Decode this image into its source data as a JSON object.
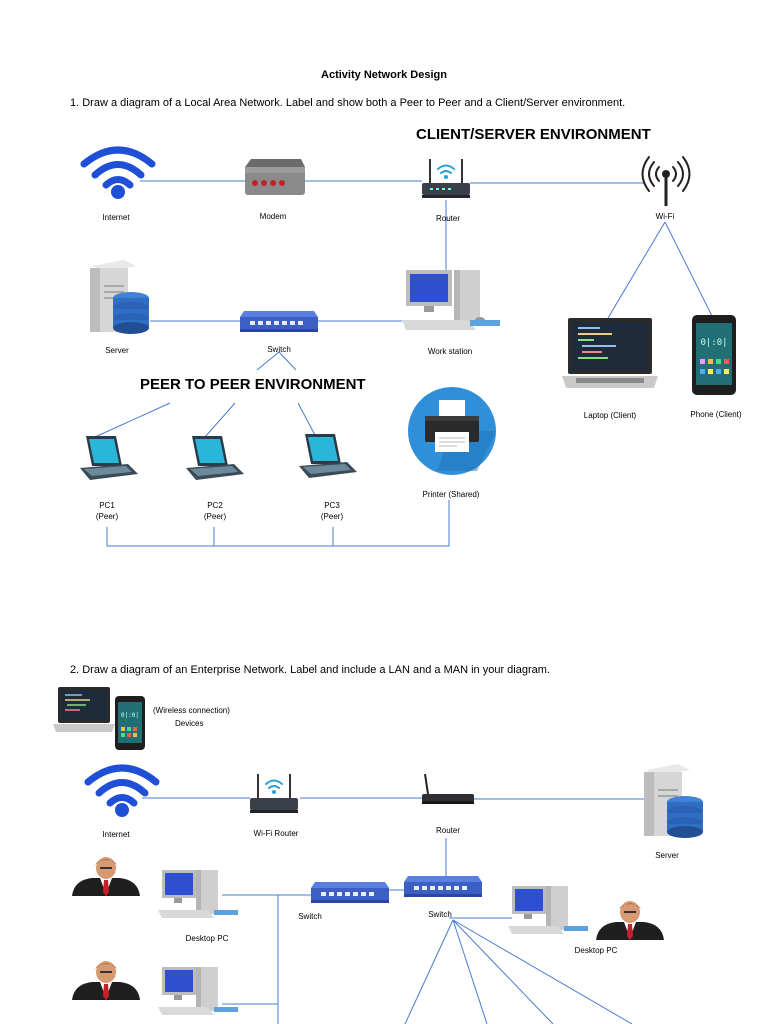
{
  "title": "Activity Network Design",
  "section1": {
    "question": "1. Draw a diagram of a Local Area Network. Label and show both a Peer to Peer and a Client/Server environment.",
    "client_server_heading": "CLIENT/SERVER ENVIRONMENT",
    "peer_heading": "PEER TO PEER ENVIRONMENT",
    "labels": {
      "internet": "Internet",
      "modem": "Modem",
      "router": "Router",
      "wifi": "Wi-Fi",
      "server": "Server",
      "switch": "Switch",
      "workstation": "Work station",
      "laptop_client": "Laptop (Client)",
      "phone_client": "Phone (Client)",
      "printer": "Printer (Shared)",
      "pc1_name": "PC1",
      "pc2_name": "PC2",
      "pc3_name": "PC3",
      "peer_role": "(Peer)"
    }
  },
  "section2": {
    "question": "2. Draw a diagram of an Enterprise Network. Label and include a LAN and a MAN in your diagram.",
    "labels": {
      "wireless": "(Wireless connection)",
      "devices": "Devices",
      "internet": "Internet",
      "wifi_router": "Wi-Fi Router",
      "router": "Router",
      "server": "Server",
      "switch_left": "Switch",
      "switch_right": "Switch",
      "desktop_pc_left": "Desktop PC",
      "desktop_pc_right": "Desktop PC"
    }
  },
  "icons": {
    "wifi_signal": "wifi-icon",
    "modem": "modem-icon",
    "router": "router-icon",
    "antenna": "antenna-icon",
    "server": "server-icon",
    "switch": "switch-icon",
    "workstation": "workstation-icon",
    "laptop": "laptop-icon",
    "phone": "phone-icon",
    "printer": "printer-icon",
    "person": "person-icon"
  },
  "colors": {
    "link_line": "#4a7bd0",
    "wifi_blue": "#1f4fd6",
    "switch_blue": "#3c5fc4",
    "printer_circle": "#2f8fd8"
  }
}
